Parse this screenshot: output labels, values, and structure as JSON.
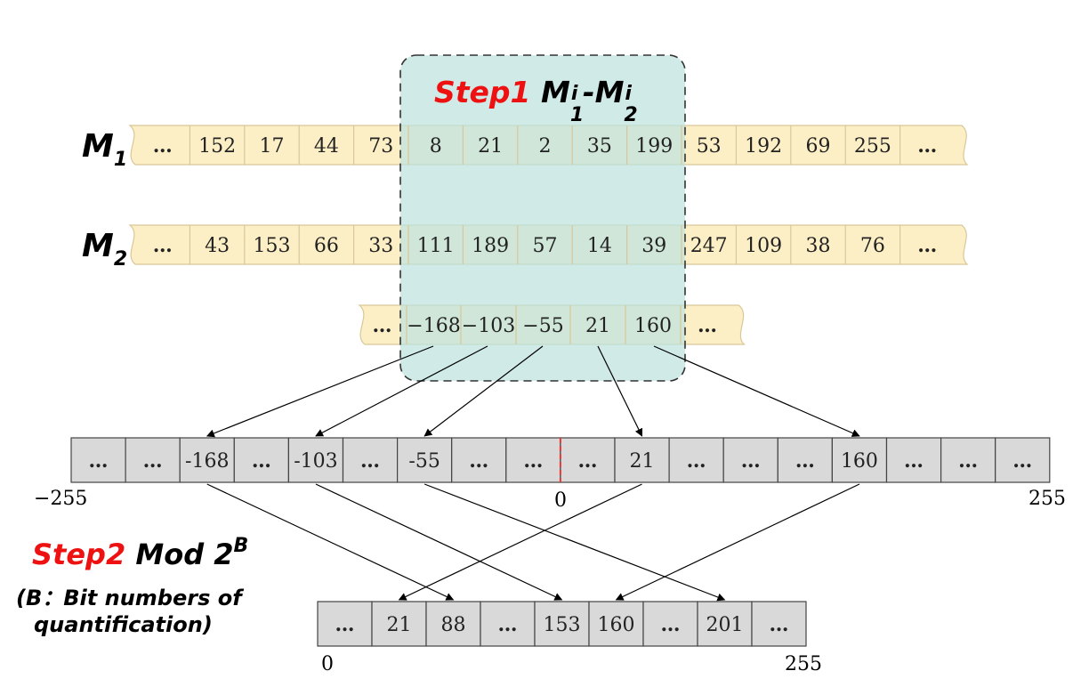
{
  "step1": {
    "label": "Step1",
    "formula": {
      "m": "M",
      "i": "i",
      "sub1": "1",
      "sub2": "2",
      "minus": "-"
    }
  },
  "row_m1": {
    "name": {
      "m": "M",
      "sub": "1"
    },
    "cells": [
      "…",
      "152",
      "17",
      "44",
      "73",
      "8",
      "21",
      "2",
      "35",
      "199",
      "53",
      "192",
      "69",
      "255",
      "…"
    ]
  },
  "row_m2": {
    "name": {
      "m": "M",
      "sub": "2"
    },
    "cells": [
      "…",
      "43",
      "153",
      "66",
      "33",
      "111",
      "189",
      "57",
      "14",
      "39",
      "247",
      "109",
      "38",
      "76",
      "…"
    ]
  },
  "row_diff": {
    "cells": [
      "…",
      "−168",
      "−103",
      "−55",
      "21",
      "160",
      "…"
    ]
  },
  "axis_full": {
    "cells": [
      "…",
      "…",
      "-168",
      "…",
      "-103",
      "…",
      "-55",
      "…",
      "…",
      "…",
      "21",
      "…",
      "…",
      "…",
      "160",
      "…",
      "…",
      "…"
    ],
    "min_label": "−255",
    "zero_label": "0",
    "max_label": "255"
  },
  "step2": {
    "label": "Step2",
    "text": "Mod 2",
    "sup": "B",
    "note_line1": "(B：Bit numbers of",
    "note_line2": "quantification)"
  },
  "axis_mod": {
    "cells": [
      "…",
      "21",
      "88",
      "…",
      "153",
      "160",
      "…",
      "201",
      "…"
    ],
    "min_label": "0",
    "max_label": "255"
  },
  "colors": {
    "tape": "#fdefc5",
    "tape_border": "#d8c79a",
    "highlight": "#bfe3df",
    "cell_gray": "#d9d9d9",
    "step_red": "#ee1111",
    "zero_mark": "#e53935"
  }
}
